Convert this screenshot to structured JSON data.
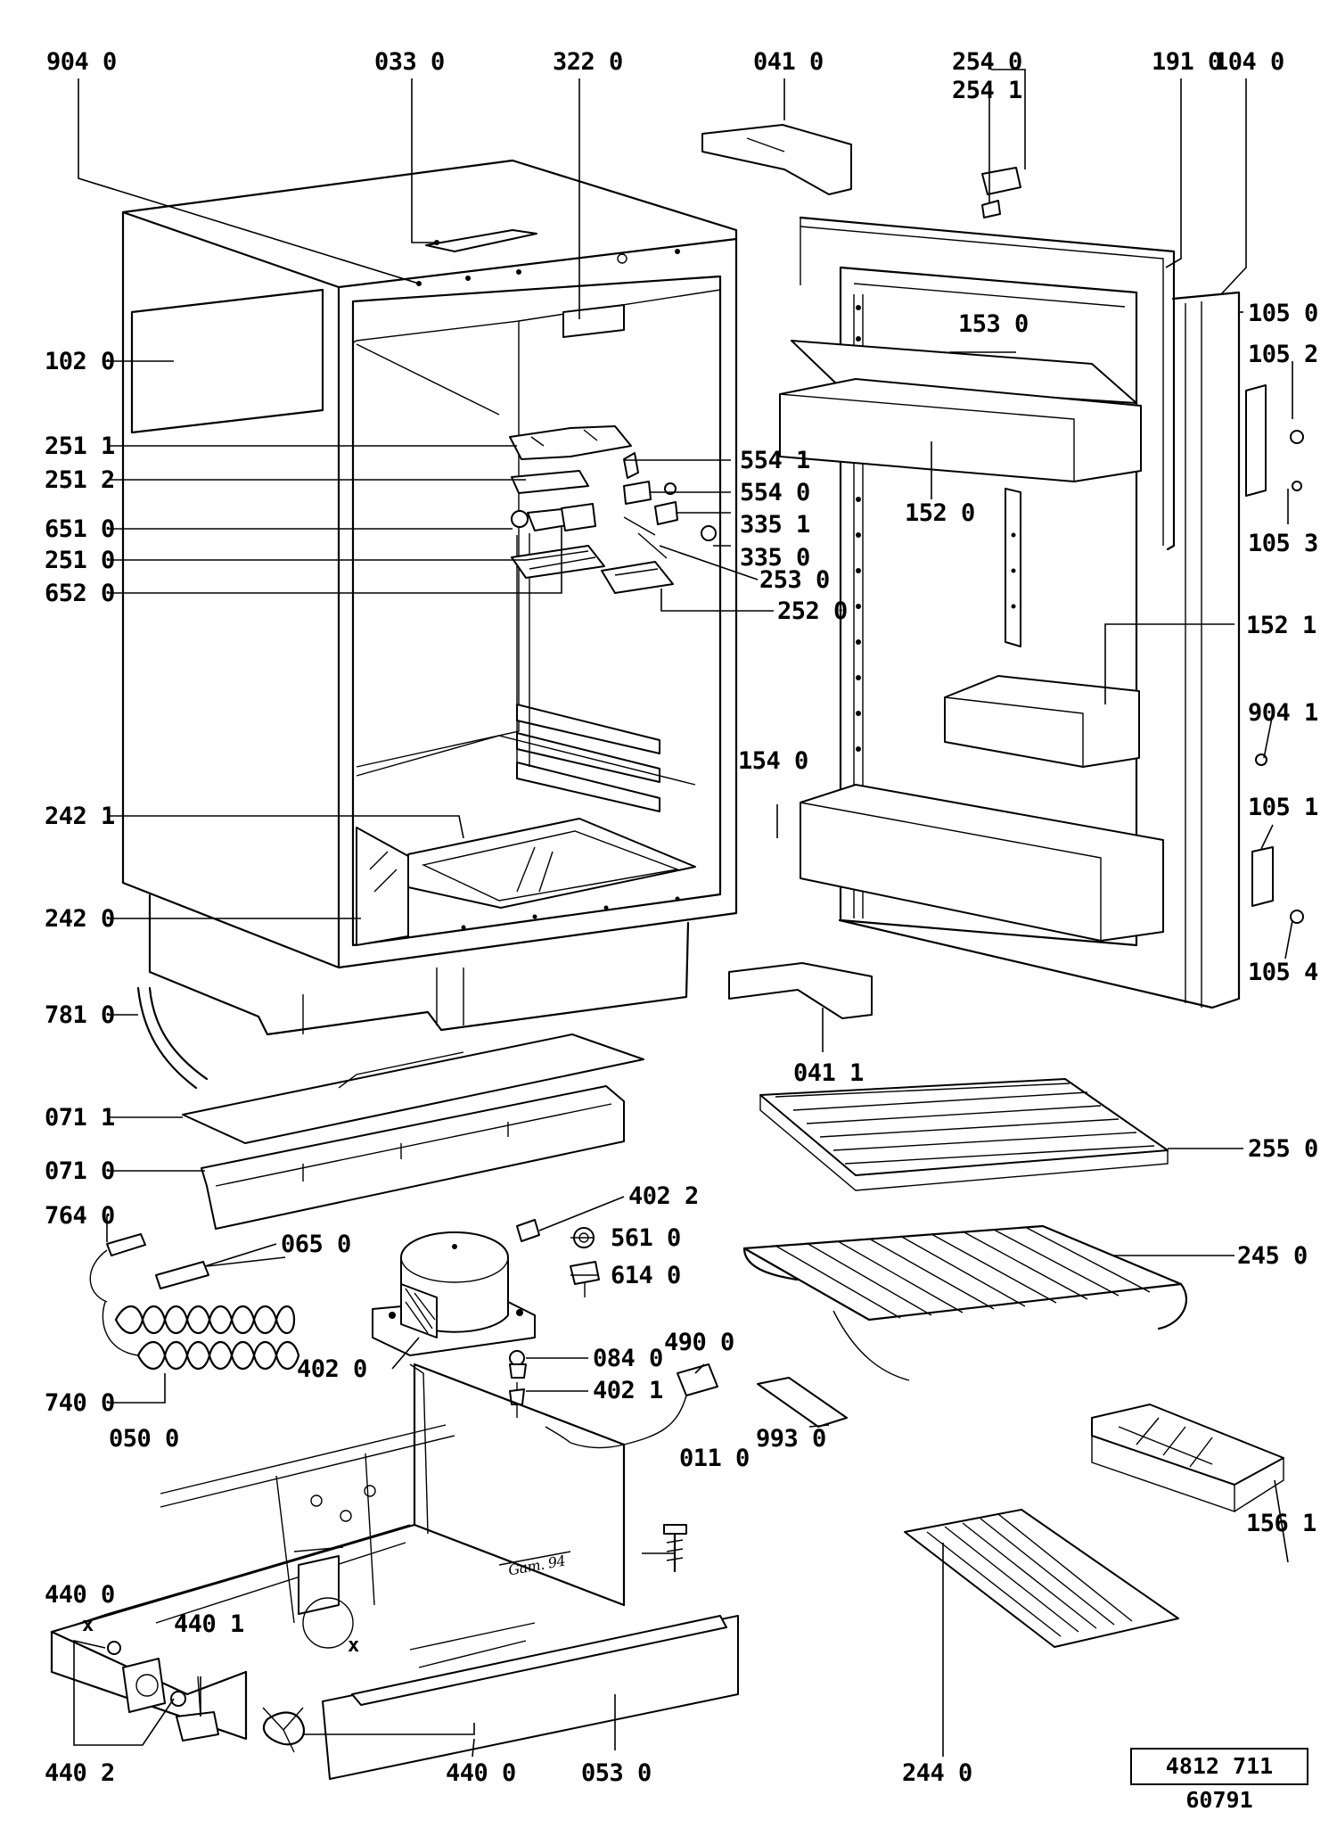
{
  "labels": {
    "p904_0": "904 0",
    "p033_0": "033 0",
    "p322_0": "322 0",
    "p041_0": "041 0",
    "p254_0": "254 0",
    "p254_1": "254 1",
    "p191_0": "191 0",
    "p104_0": "104 0",
    "p102_0": "102 0",
    "p105_0": "105 0",
    "p153_0": "153 0",
    "p105_2": "105 2",
    "p251_1": "251 1",
    "p554_1": "554 1",
    "p251_2": "251 2",
    "p554_0": "554 0",
    "p651_0": "651 0",
    "p335_1": "335 1",
    "p152_0": "152 0",
    "p105_3": "105 3",
    "p251_0": "251 0",
    "p335_0": "335 0",
    "p253_0": "253 0",
    "p652_0": "652 0",
    "p252_0": "252 0",
    "p152_1": "152 1",
    "p904_1": "904 1",
    "p154_0": "154 0",
    "p242_1": "242 1",
    "p105_1": "105 1",
    "p242_0": "242 0",
    "p105_4": "105 4",
    "p781_0": "781 0",
    "p041_1": "041 1",
    "p071_1": "071 1",
    "p255_0": "255 0",
    "p071_0": "071 0",
    "p402_2": "402 2",
    "p764_0": "764 0",
    "p065_0": "065 0",
    "p561_0": "561 0",
    "p614_0": "614 0",
    "p245_0": "245 0",
    "p402_0": "402 0",
    "p084_0": "084 0",
    "p490_0": "490 0",
    "p740_0": "740 0",
    "p402_1": "402 1",
    "p993_0": "993 0",
    "p050_0": "050 0",
    "p011_0": "011 0",
    "p156_1": "156 1",
    "p440_0a": "440 0",
    "p440_1": "440 1",
    "p440_2": "440 2",
    "p440_0b": "440 0",
    "p053_0": "053 0",
    "p244_0": "244 0"
  },
  "markers": {
    "x1": "x",
    "x2": "x"
  },
  "signature": "Gam. 94",
  "document_number": "4812 711 60791"
}
